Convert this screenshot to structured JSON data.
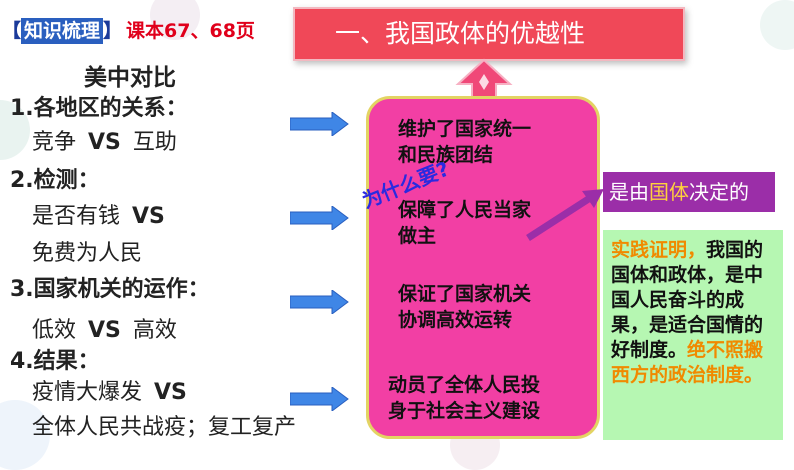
{
  "header": {
    "bracket_open": "【",
    "keyword": "知识梳理",
    "bracket_close": "】",
    "pages": "课本67、68页"
  },
  "title": "一、我国政体的优越性",
  "left": {
    "heading": "美中对比",
    "sections": [
      {
        "title": "1.各地区的关系：",
        "a": "竞争",
        "vs": "VS",
        "b": "互助"
      },
      {
        "title": "2.检测：",
        "a": "是否有钱",
        "vs": "VS",
        "b": "免费为人民"
      },
      {
        "title": "3.国家机关的运作：",
        "a": "低效",
        "vs": "VS",
        "b": "高效"
      },
      {
        "title": "4.结果：",
        "a": "疫情大爆发",
        "vs": "VS",
        "b": "全体人民共战疫；复工复产"
      }
    ]
  },
  "center": {
    "items": [
      {
        "line1": "维护了国家统一",
        "line2": "和民族团结"
      },
      {
        "line1": "保障了人民当家",
        "line2": "做主"
      },
      {
        "line1": "保证了国家机关",
        "line2": "协调高效运转"
      },
      {
        "line1": "动员了全体人民投",
        "line2": "身于社会主义建设"
      }
    ],
    "why": "为什么要?"
  },
  "right": {
    "box1": {
      "pre": "是由",
      "highlight": "国体",
      "post": "决定的"
    },
    "box2": {
      "orange1": "实践证明，",
      "text": "我国的国体和政体，是中国人民奋斗的成果，是适合国情的好制度。",
      "orange2": "绝不照搬西方的政治制度。"
    }
  },
  "colors": {
    "title_bg": "#f04858",
    "center_bg": "#f23fa4",
    "arrow_blue": "#3f86e6",
    "purple": "#9b2ea8",
    "green": "#b6f7b2",
    "orange": "#f08a00"
  }
}
